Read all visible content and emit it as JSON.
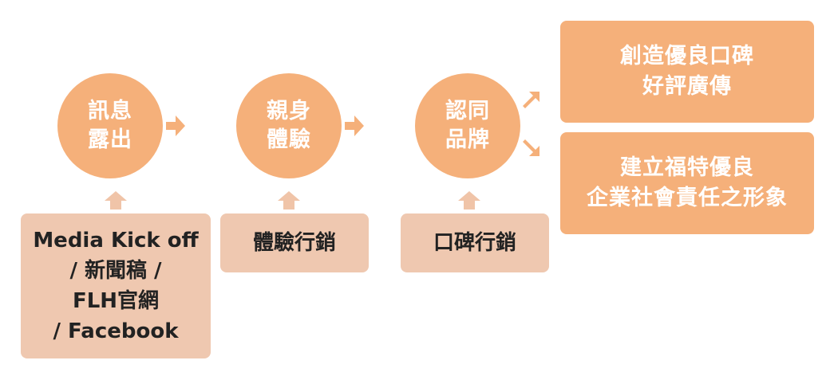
{
  "stages": [
    {
      "line1": "訊息",
      "line2": "露出"
    },
    {
      "line1": "親身",
      "line2": "體驗"
    },
    {
      "line1": "認同",
      "line2": "品牌"
    }
  ],
  "tactics": [
    {
      "lines": [
        "Media Kick off",
        "/ 新聞稿 /",
        "FLH官網",
        "/ Facebook"
      ]
    },
    {
      "lines": [
        "體驗行銷"
      ]
    },
    {
      "lines": [
        "口碑行銷"
      ]
    }
  ],
  "outcomes": [
    {
      "line1": "創造優良口碑",
      "line2": "好評廣傳"
    },
    {
      "line1": "建立福特優良",
      "line2": "企業社會責任之形象"
    }
  ],
  "colors": {
    "circle": "#f5b07a",
    "tactic_box": "#efc8b0",
    "outcome_box": "#f5b07a",
    "arrow": "#f5b07a",
    "up_arrow": "#f0c4a8"
  }
}
